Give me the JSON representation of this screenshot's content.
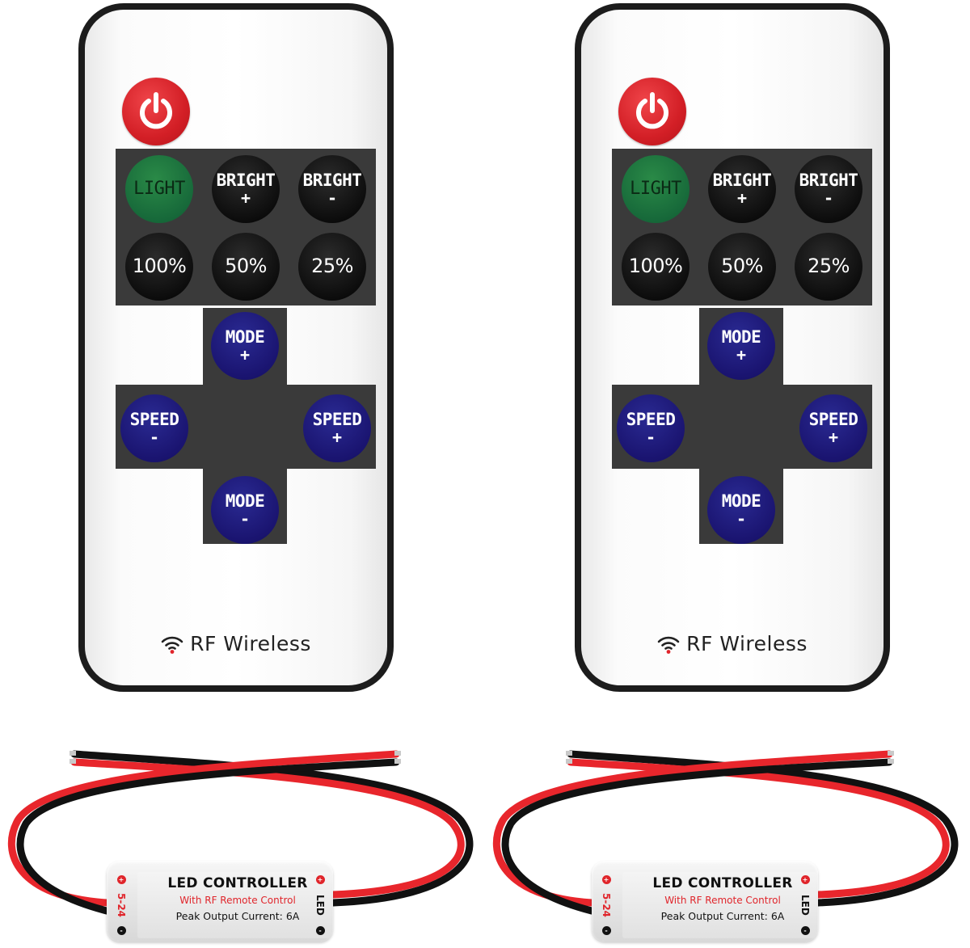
{
  "remotes": [
    {
      "buttons": {
        "light": {
          "l1": "LIGHT"
        },
        "bright_plus": {
          "l1": "BRIGHT",
          "l2": "+"
        },
        "bright_minus": {
          "l1": "BRIGHT",
          "l2": "-"
        },
        "p100": {
          "l1": "100%"
        },
        "p50": {
          "l1": "50%"
        },
        "p25": {
          "l1": "25%"
        },
        "mode_plus": {
          "l1": "MODE",
          "l2": "+"
        },
        "speed_minus": {
          "l1": "SPEED",
          "l2": "-"
        },
        "speed_plus": {
          "l1": "SPEED",
          "l2": "+"
        },
        "mode_minus": {
          "l1": "MODE",
          "l2": "-"
        }
      },
      "rf_label": "RF Wireless"
    },
    {
      "buttons": {
        "light": {
          "l1": "LIGHT"
        },
        "bright_plus": {
          "l1": "BRIGHT",
          "l2": "+"
        },
        "bright_minus": {
          "l1": "BRIGHT",
          "l2": "-"
        },
        "p100": {
          "l1": "100%"
        },
        "p50": {
          "l1": "50%"
        },
        "p25": {
          "l1": "25%"
        },
        "mode_plus": {
          "l1": "MODE",
          "l2": "+"
        },
        "speed_minus": {
          "l1": "SPEED",
          "l2": "-"
        },
        "speed_plus": {
          "l1": "SPEED",
          "l2": "+"
        },
        "mode_minus": {
          "l1": "MODE",
          "l2": "-"
        }
      },
      "rf_label": "RF Wireless"
    }
  ],
  "controllers": [
    {
      "title": "LED CONTROLLER",
      "subtitle": "With RF Remote Control",
      "peak": "Peak Output Current: 6A",
      "voltage": "5-24",
      "led": "LED",
      "plus": "+",
      "minus": "-"
    },
    {
      "title": "LED CONTROLLER",
      "subtitle": "With RF Remote Control",
      "peak": "Peak Output Current: 6A",
      "voltage": "5-24",
      "led": "LED",
      "plus": "+",
      "minus": "-"
    }
  ],
  "colors": {
    "power_red": "#d31f26",
    "light_green": "#17693a",
    "mode_blue": "#1a1470",
    "panel_gray": "#3a3a3a",
    "wire_red": "#e8262c",
    "wire_black": "#111111"
  },
  "icons": [
    "power-icon",
    "wifi-signal-icon"
  ]
}
